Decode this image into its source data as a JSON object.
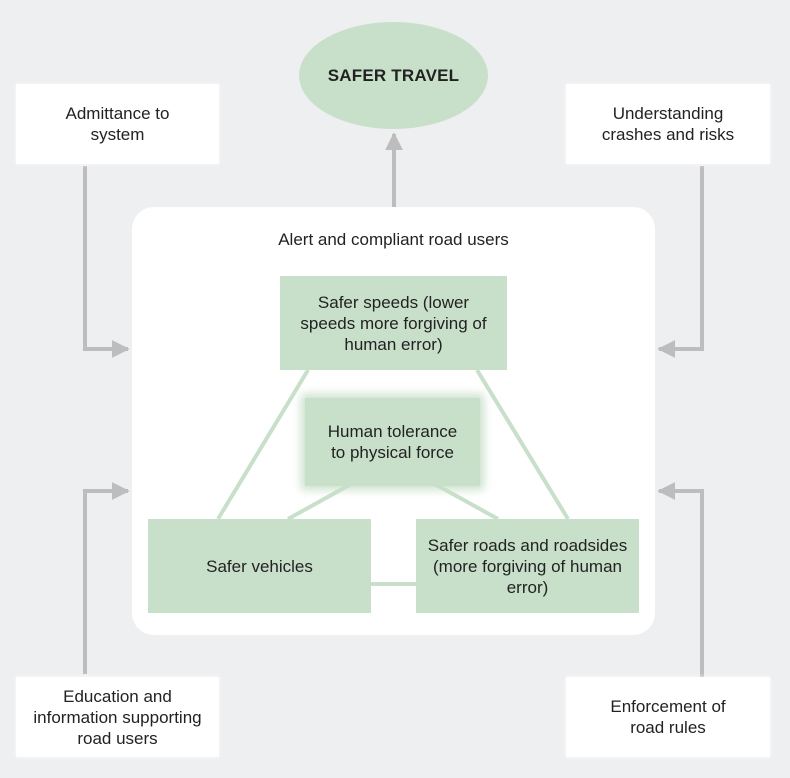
{
  "goal": "SAFER TRAVEL",
  "panel": {
    "title": "Alert and compliant road users",
    "core": "Human tolerance to physical force",
    "speeds": "Safer speeds (lower speeds more forgiving of human error)",
    "vehicles": "Safer vehicles",
    "roads": "Safer roads and roadsides (more forgiving of human error)"
  },
  "inputs": {
    "admittance": "Admittance to system",
    "understanding": "Understanding crashes and risks",
    "education": "Education and information supporting road users",
    "enforcement": "Enforcement of road rules"
  },
  "colors": {
    "green": "#c8e0c9",
    "line": "#c8e0c9",
    "arrow": "#bdbdbd",
    "background": "#eeeff1"
  }
}
